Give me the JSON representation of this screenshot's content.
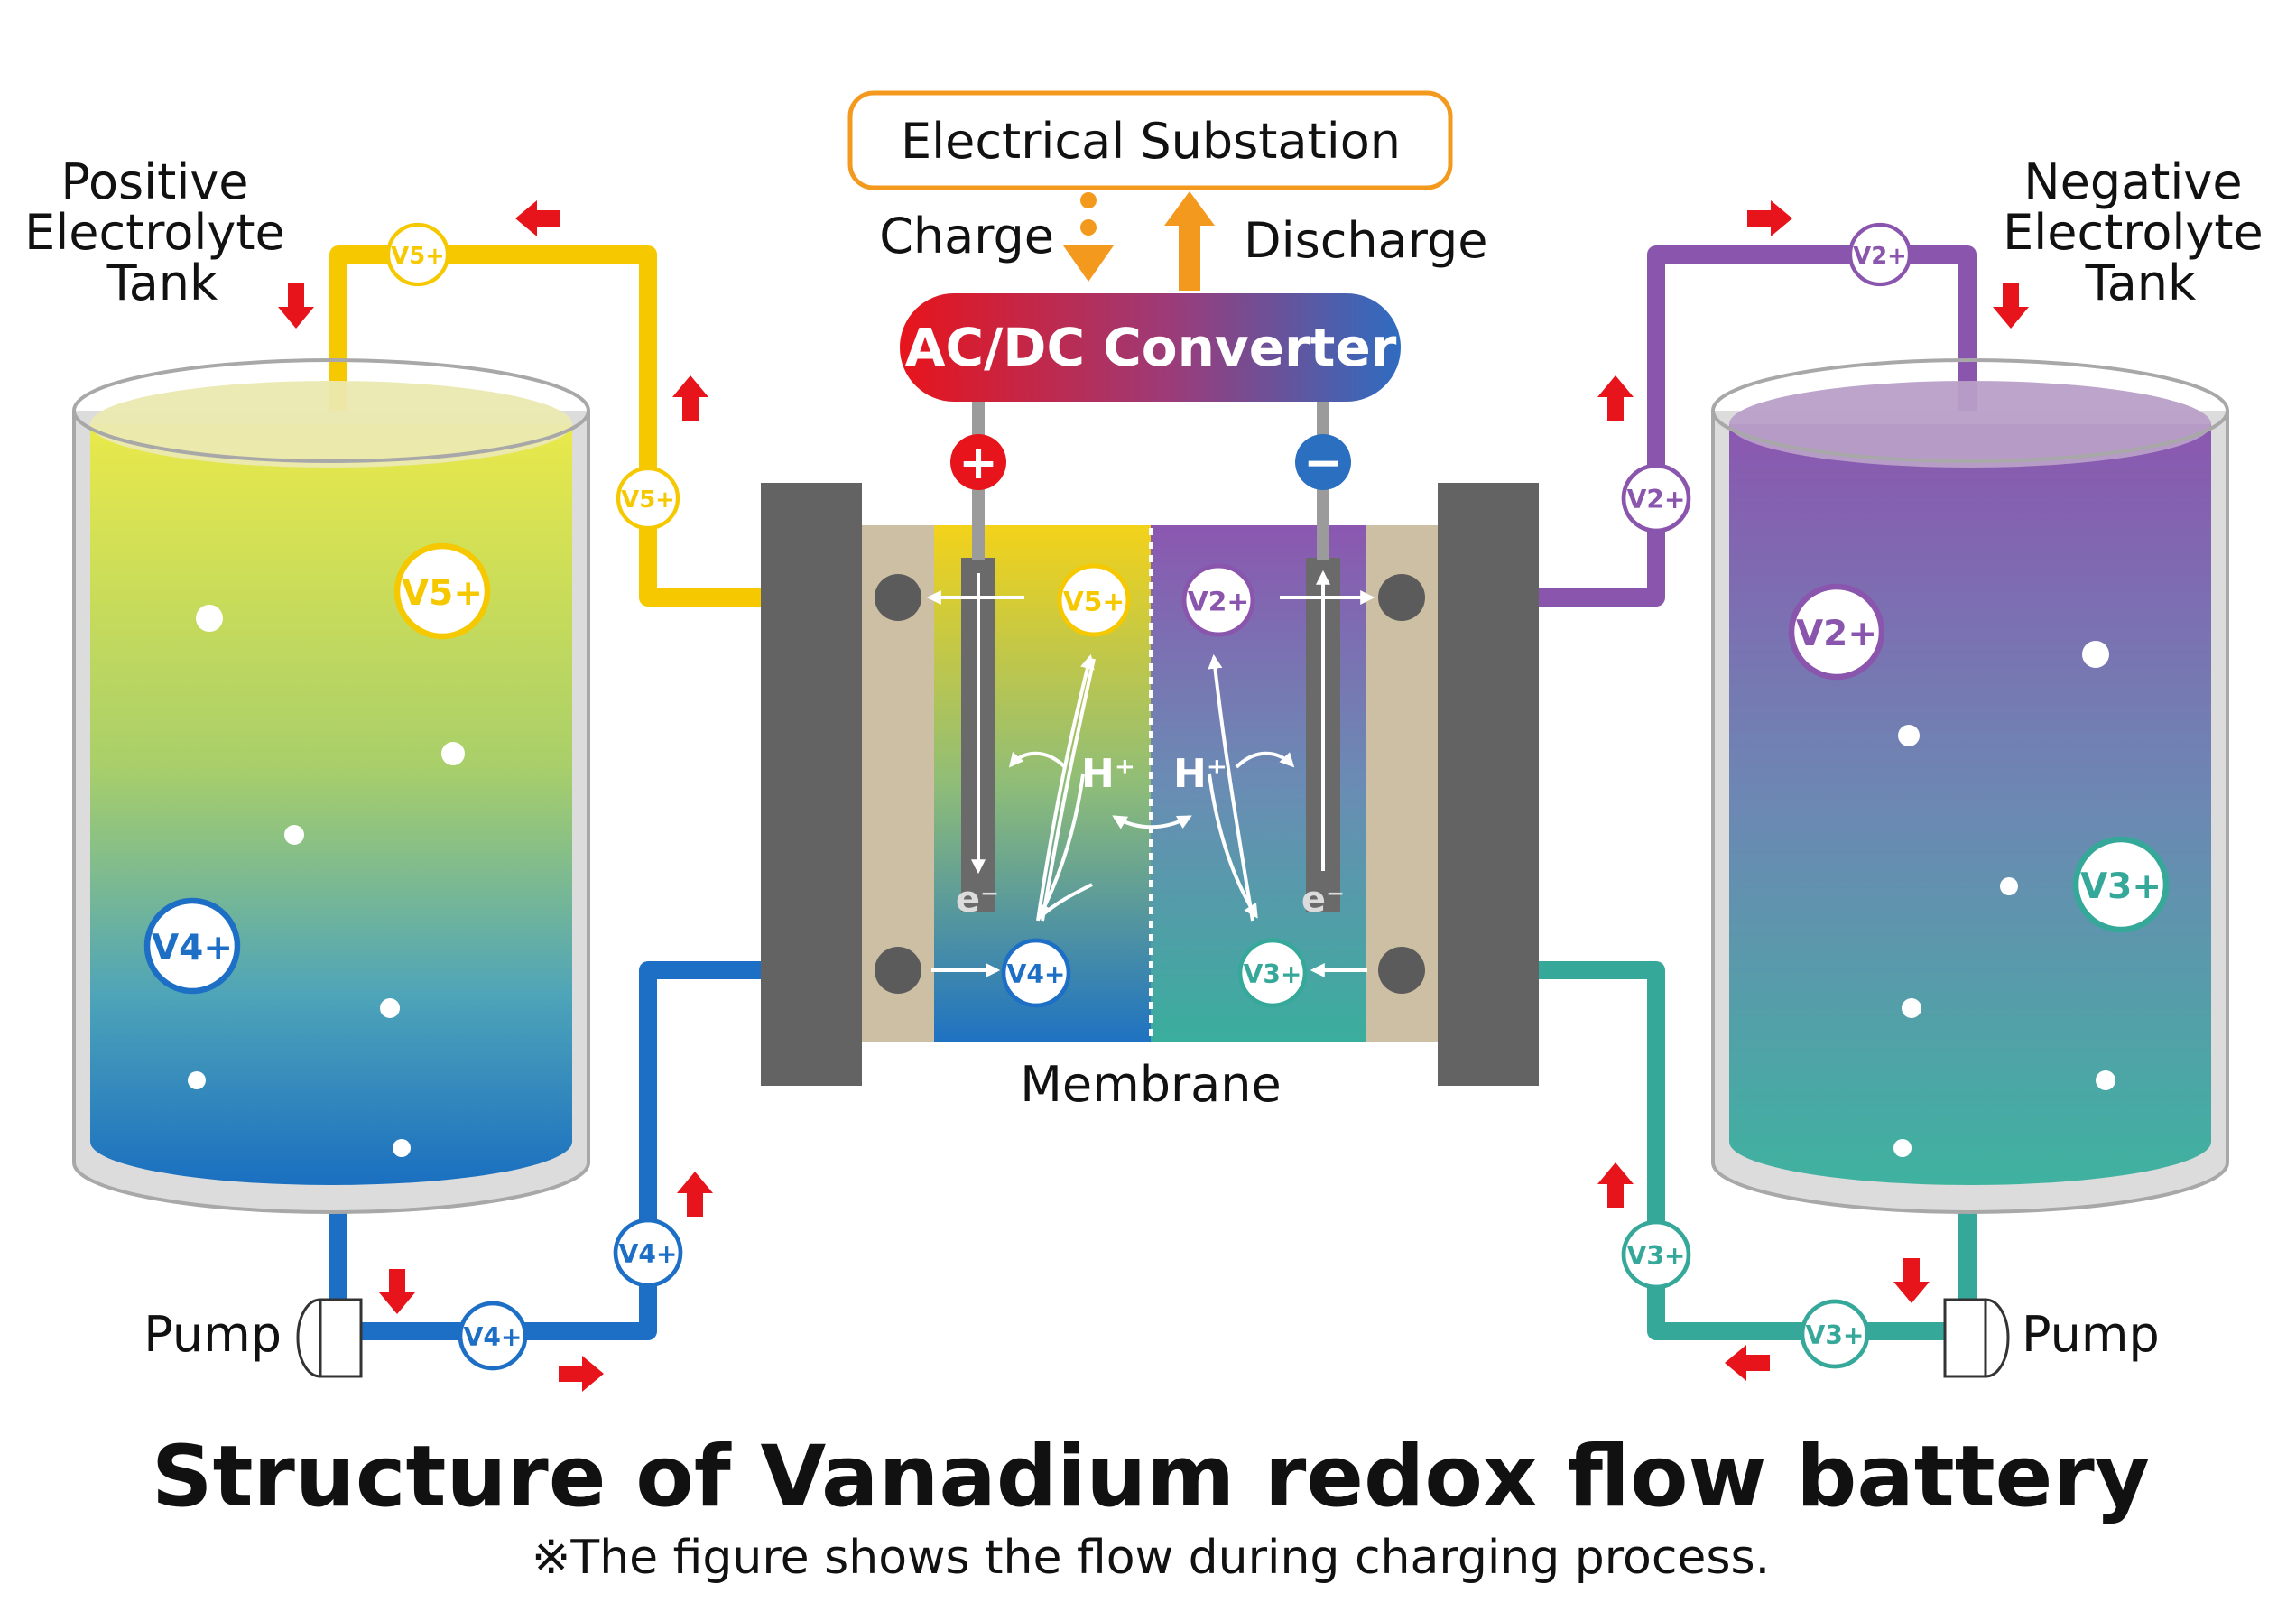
{
  "labels": {
    "positive_tank": [
      "Positive",
      "Electrolyte",
      "Tank"
    ],
    "negative_tank": [
      "Negative",
      "Electrolyte",
      "Tank"
    ],
    "substation": "Electrical Substation",
    "charge": "Charge",
    "discharge": "Discharge",
    "converter": "AC/DC Converter",
    "plus": "+",
    "minus": "−",
    "membrane": "Membrane",
    "pump_left": "Pump",
    "pump_right": "Pump",
    "electron": "e⁻",
    "proton": "H⁺",
    "title": "Structure of Vanadium redox flow battery",
    "subtitle": "※The figure shows the flow during charging process."
  },
  "ions": {
    "v5": "V5+",
    "v4": "V4+",
    "v2": "V2+",
    "v3": "V3+"
  },
  "colors": {
    "yellow_pipe": "#f6c800",
    "blue_pipe": "#1d6fc6",
    "purple_pipe": "#8a55ad",
    "teal_pipe": "#36a89a",
    "arrow_red": "#e8141b",
    "orange": "#f39a1e",
    "electrode_gray": "#636363",
    "frame_tan": "#cdbfa4"
  }
}
